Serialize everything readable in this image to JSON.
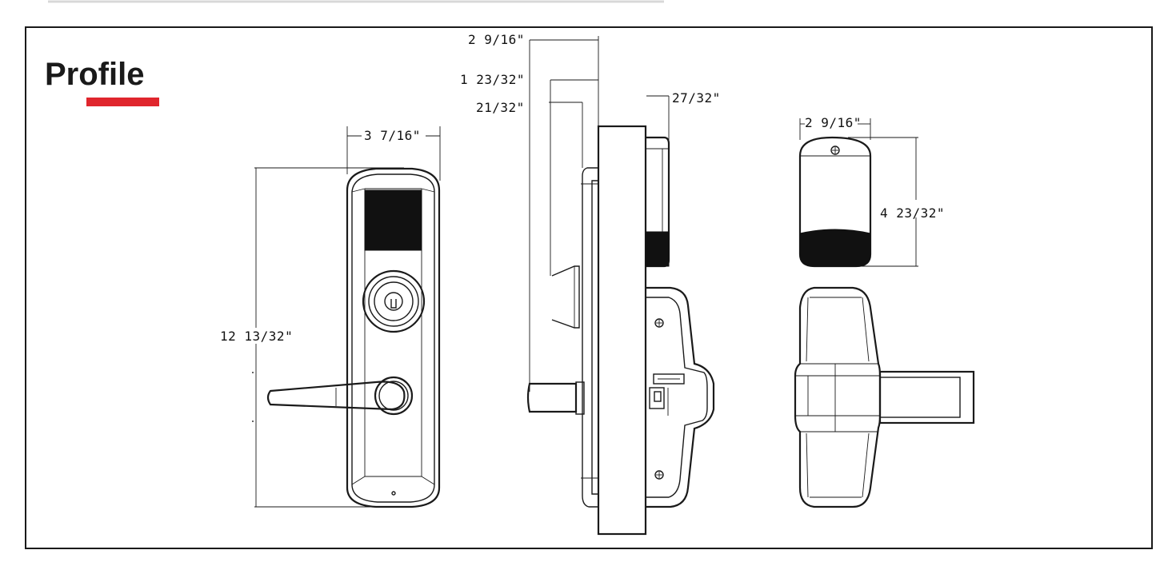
{
  "header": {
    "title": "Profile",
    "accent_color": "#e0262d"
  },
  "dimensions": {
    "front_width": "3 7/16\"",
    "front_height": "12 13/32\"",
    "side_depth_total": "2 9/16\"",
    "side_depth_mid": "1 23/32\"",
    "side_depth_inner": "21/32\"",
    "side_back_depth": "27/32\"",
    "reader_width": "2 9/16\"",
    "reader_height": "4 23/32\""
  },
  "views": [
    "front-view",
    "side-view",
    "reader-module-view",
    "trim-handle-view"
  ]
}
